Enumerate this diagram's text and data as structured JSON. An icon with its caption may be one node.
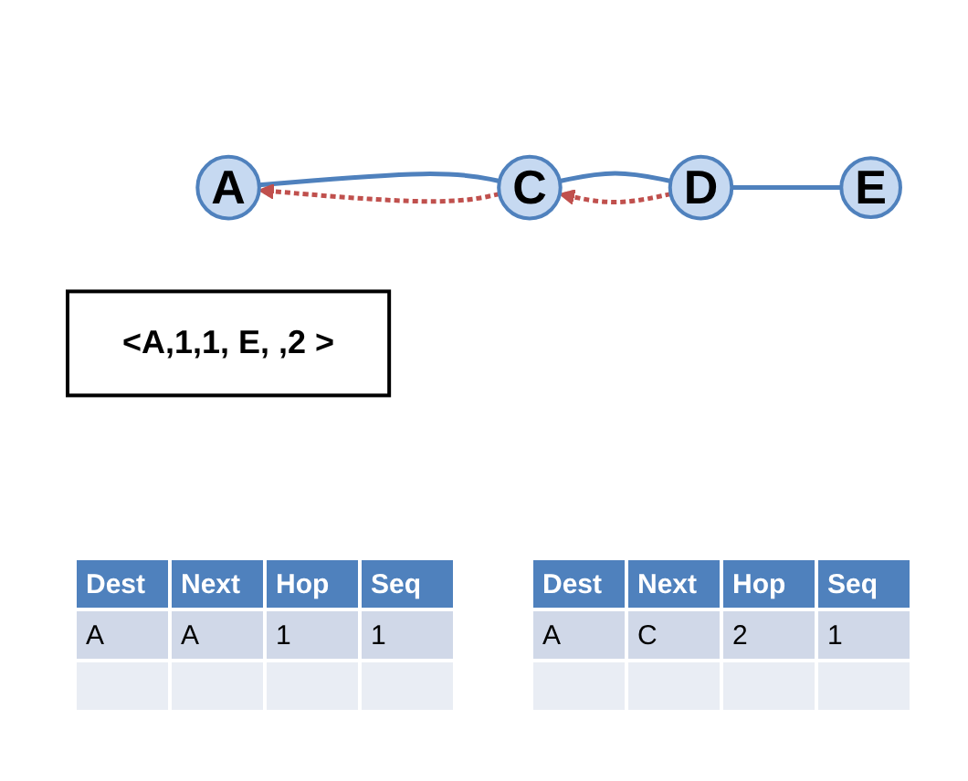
{
  "diagram": {
    "nodes": [
      {
        "text": [
          "A"
        ]
      },
      {
        "text": [
          "E"
        ]
      },
      {
        "text": [
          "<A,1,1, E, ,2 >"
        ]
      },
      {
        "text": [
          "D"
        ]
      },
      {
        "text": [
          "C"
        ]
      }
    ],
    "edges": [
      {
        "from": 0,
        "to": 4,
        "arrow": "none"
      },
      {
        "from": 4,
        "to": 3,
        "arrow": "none"
      },
      {
        "from": 3,
        "to": 1,
        "arrow": "none"
      },
      {
        "from": 3,
        "to": 4,
        "arrow": "to",
        "style": "dashed",
        "color": "#c0504d"
      },
      {
        "from": 4,
        "to": 0,
        "arrow": "to",
        "style": "dashed",
        "color": "#c0504d"
      }
    ],
    "labels": [
      "Dest",
      "Next",
      "Hop",
      "Seq",
      "A",
      "C",
      "2",
      "1",
      "Dest",
      "Next",
      "Hop",
      "Seq",
      "A",
      "A",
      "1",
      "1"
    ]
  }
}
